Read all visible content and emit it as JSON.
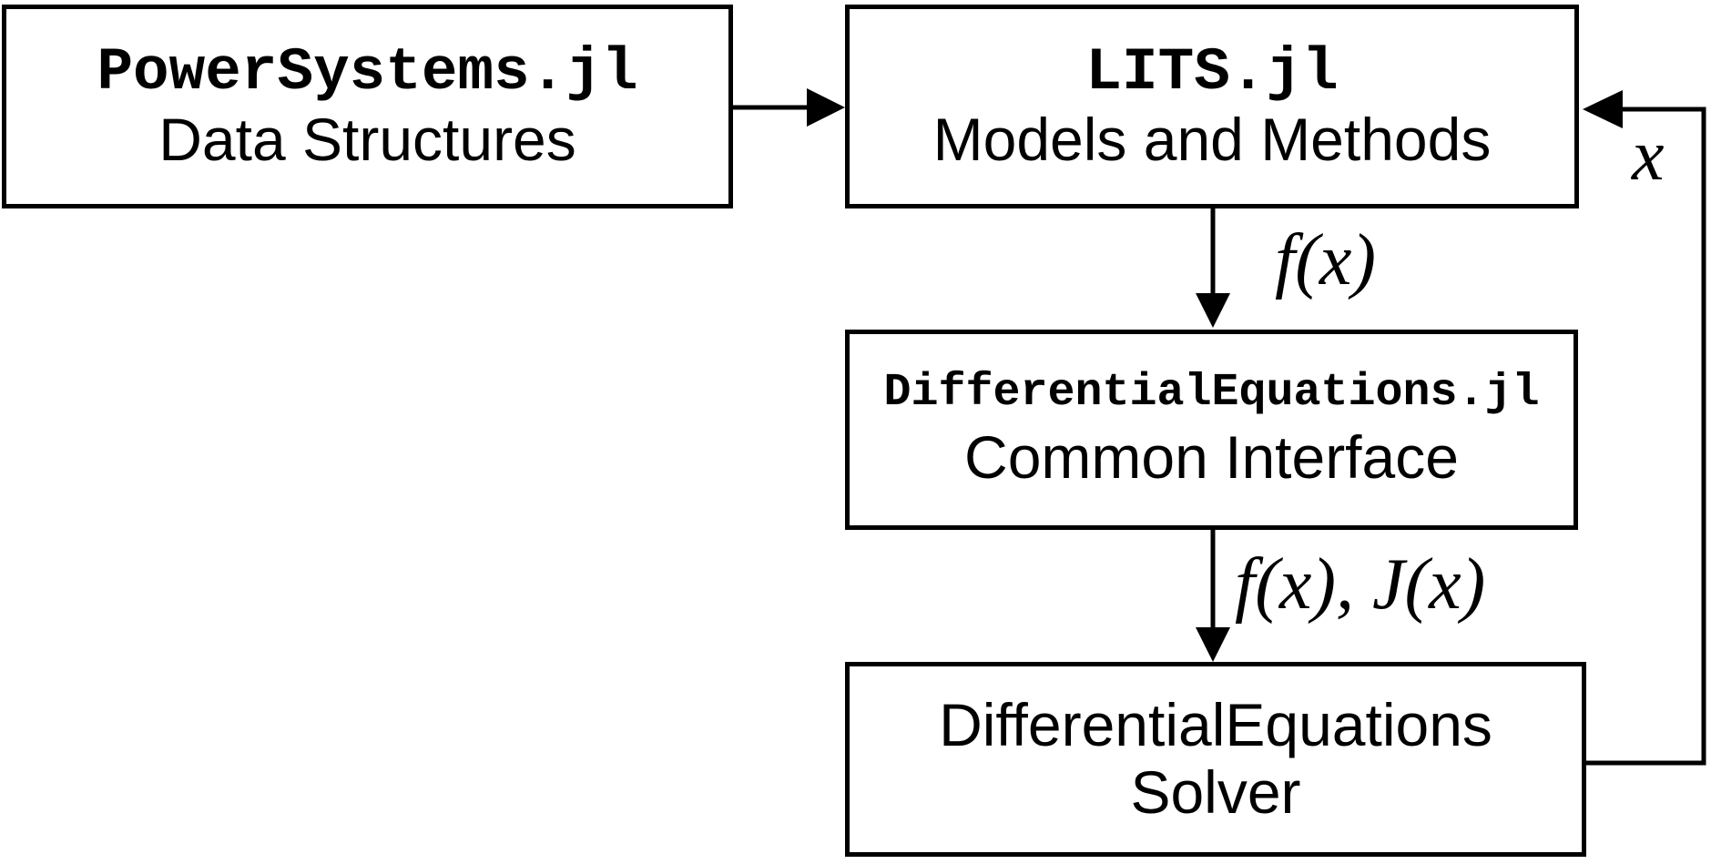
{
  "diagram": {
    "colors": {
      "background": "#ffffff",
      "line": "#000000",
      "box_fill": "#ffffff",
      "text": "#000000"
    },
    "boxes": [
      {
        "id": "powersystems",
        "line1": "PowerSystems.jl",
        "line2": "Data Structures"
      },
      {
        "id": "lits",
        "line1": "LITS.jl",
        "line2": "Models and Methods"
      },
      {
        "id": "diffeq-interface",
        "line1": "DifferentialEquations.jl",
        "line2": "Common Interface"
      },
      {
        "id": "diffeq-solver",
        "line1": "DifferentialEquations",
        "line2": "Solver"
      }
    ],
    "edge_labels": {
      "lits_to_interface": "f(x)",
      "interface_to_solver": "f(x), J(x)",
      "solver_to_lits": "x"
    }
  }
}
